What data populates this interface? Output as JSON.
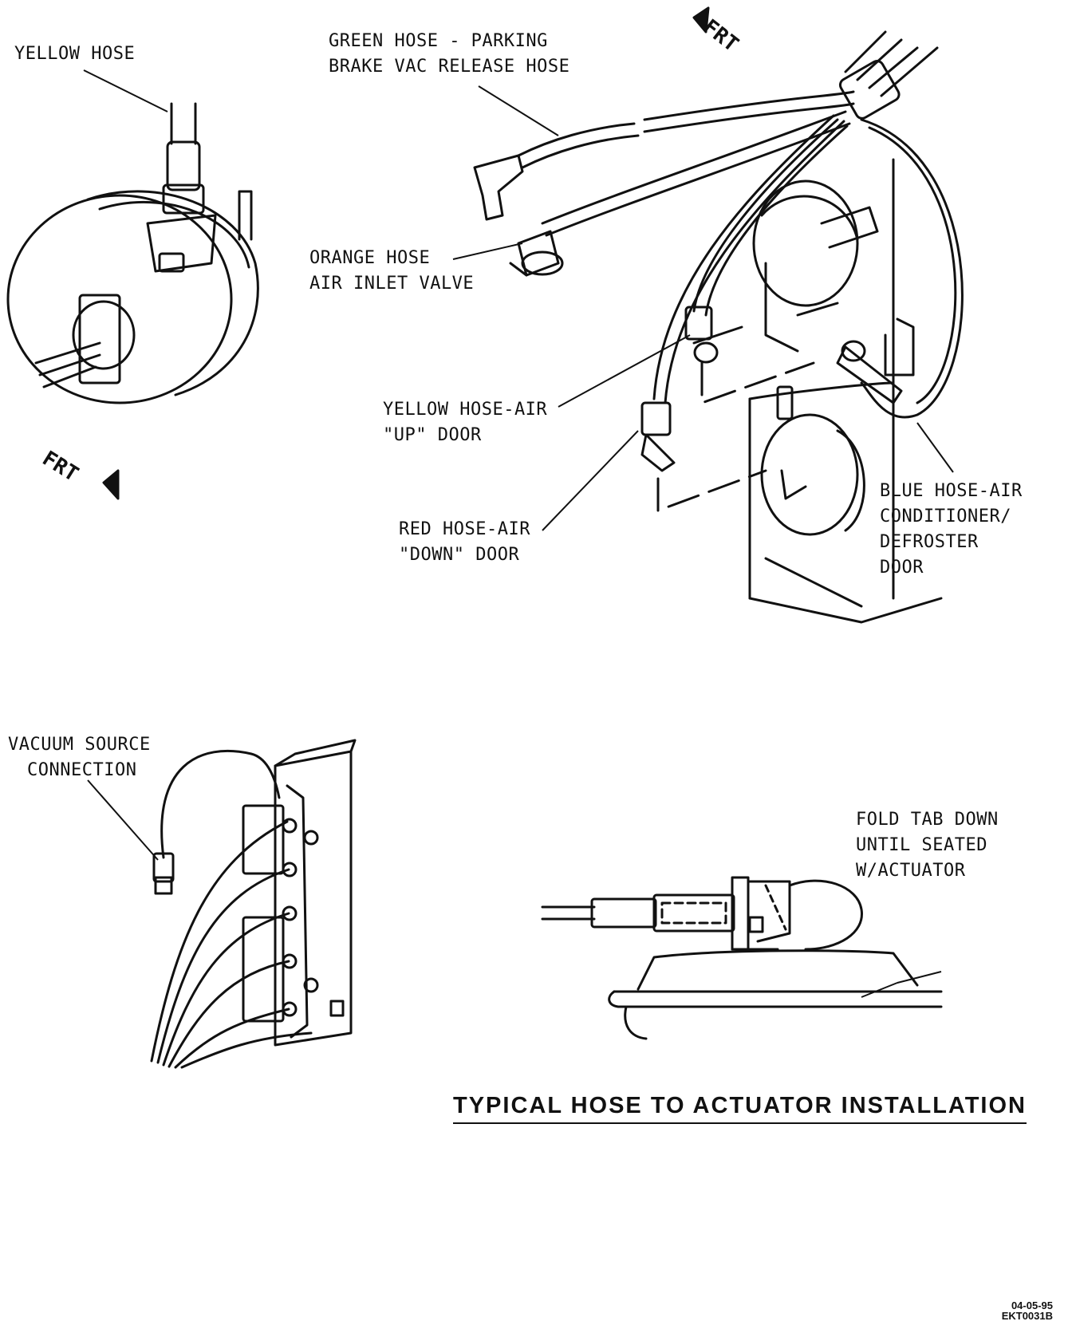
{
  "labels": {
    "yellow_hose": "YELLOW HOSE",
    "green_hose_1": "GREEN HOSE - PARKING",
    "green_hose_2": "BRAKE VAC RELEASE HOSE",
    "orange_hose_1": "ORANGE HOSE",
    "orange_hose_2": "AIR INLET VALVE",
    "yellow_up_1": "YELLOW HOSE-AIR",
    "yellow_up_2": "\"UP\" DOOR",
    "red_down_1": "RED HOSE-AIR",
    "red_down_2": "\"DOWN\" DOOR",
    "blue_1": "BLUE HOSE-AIR",
    "blue_2": "CONDITIONER/",
    "blue_3": "DEFROSTER",
    "blue_4": "DOOR",
    "vacuum_1": "VACUUM SOURCE",
    "vacuum_2": "CONNECTION",
    "fold_1": "FOLD TAB DOWN",
    "fold_2": "UNTIL SEATED",
    "fold_3": "W/ACTUATOR",
    "frt_left": "FRT",
    "frt_top": "FRT"
  },
  "title": "TYPICAL HOSE TO ACTUATOR INSTALLATION",
  "figure_code": {
    "line1": "04-05-95",
    "line2": "EKT0031B"
  },
  "colors": {
    "ink": "#111111",
    "paper": "#ffffff"
  }
}
